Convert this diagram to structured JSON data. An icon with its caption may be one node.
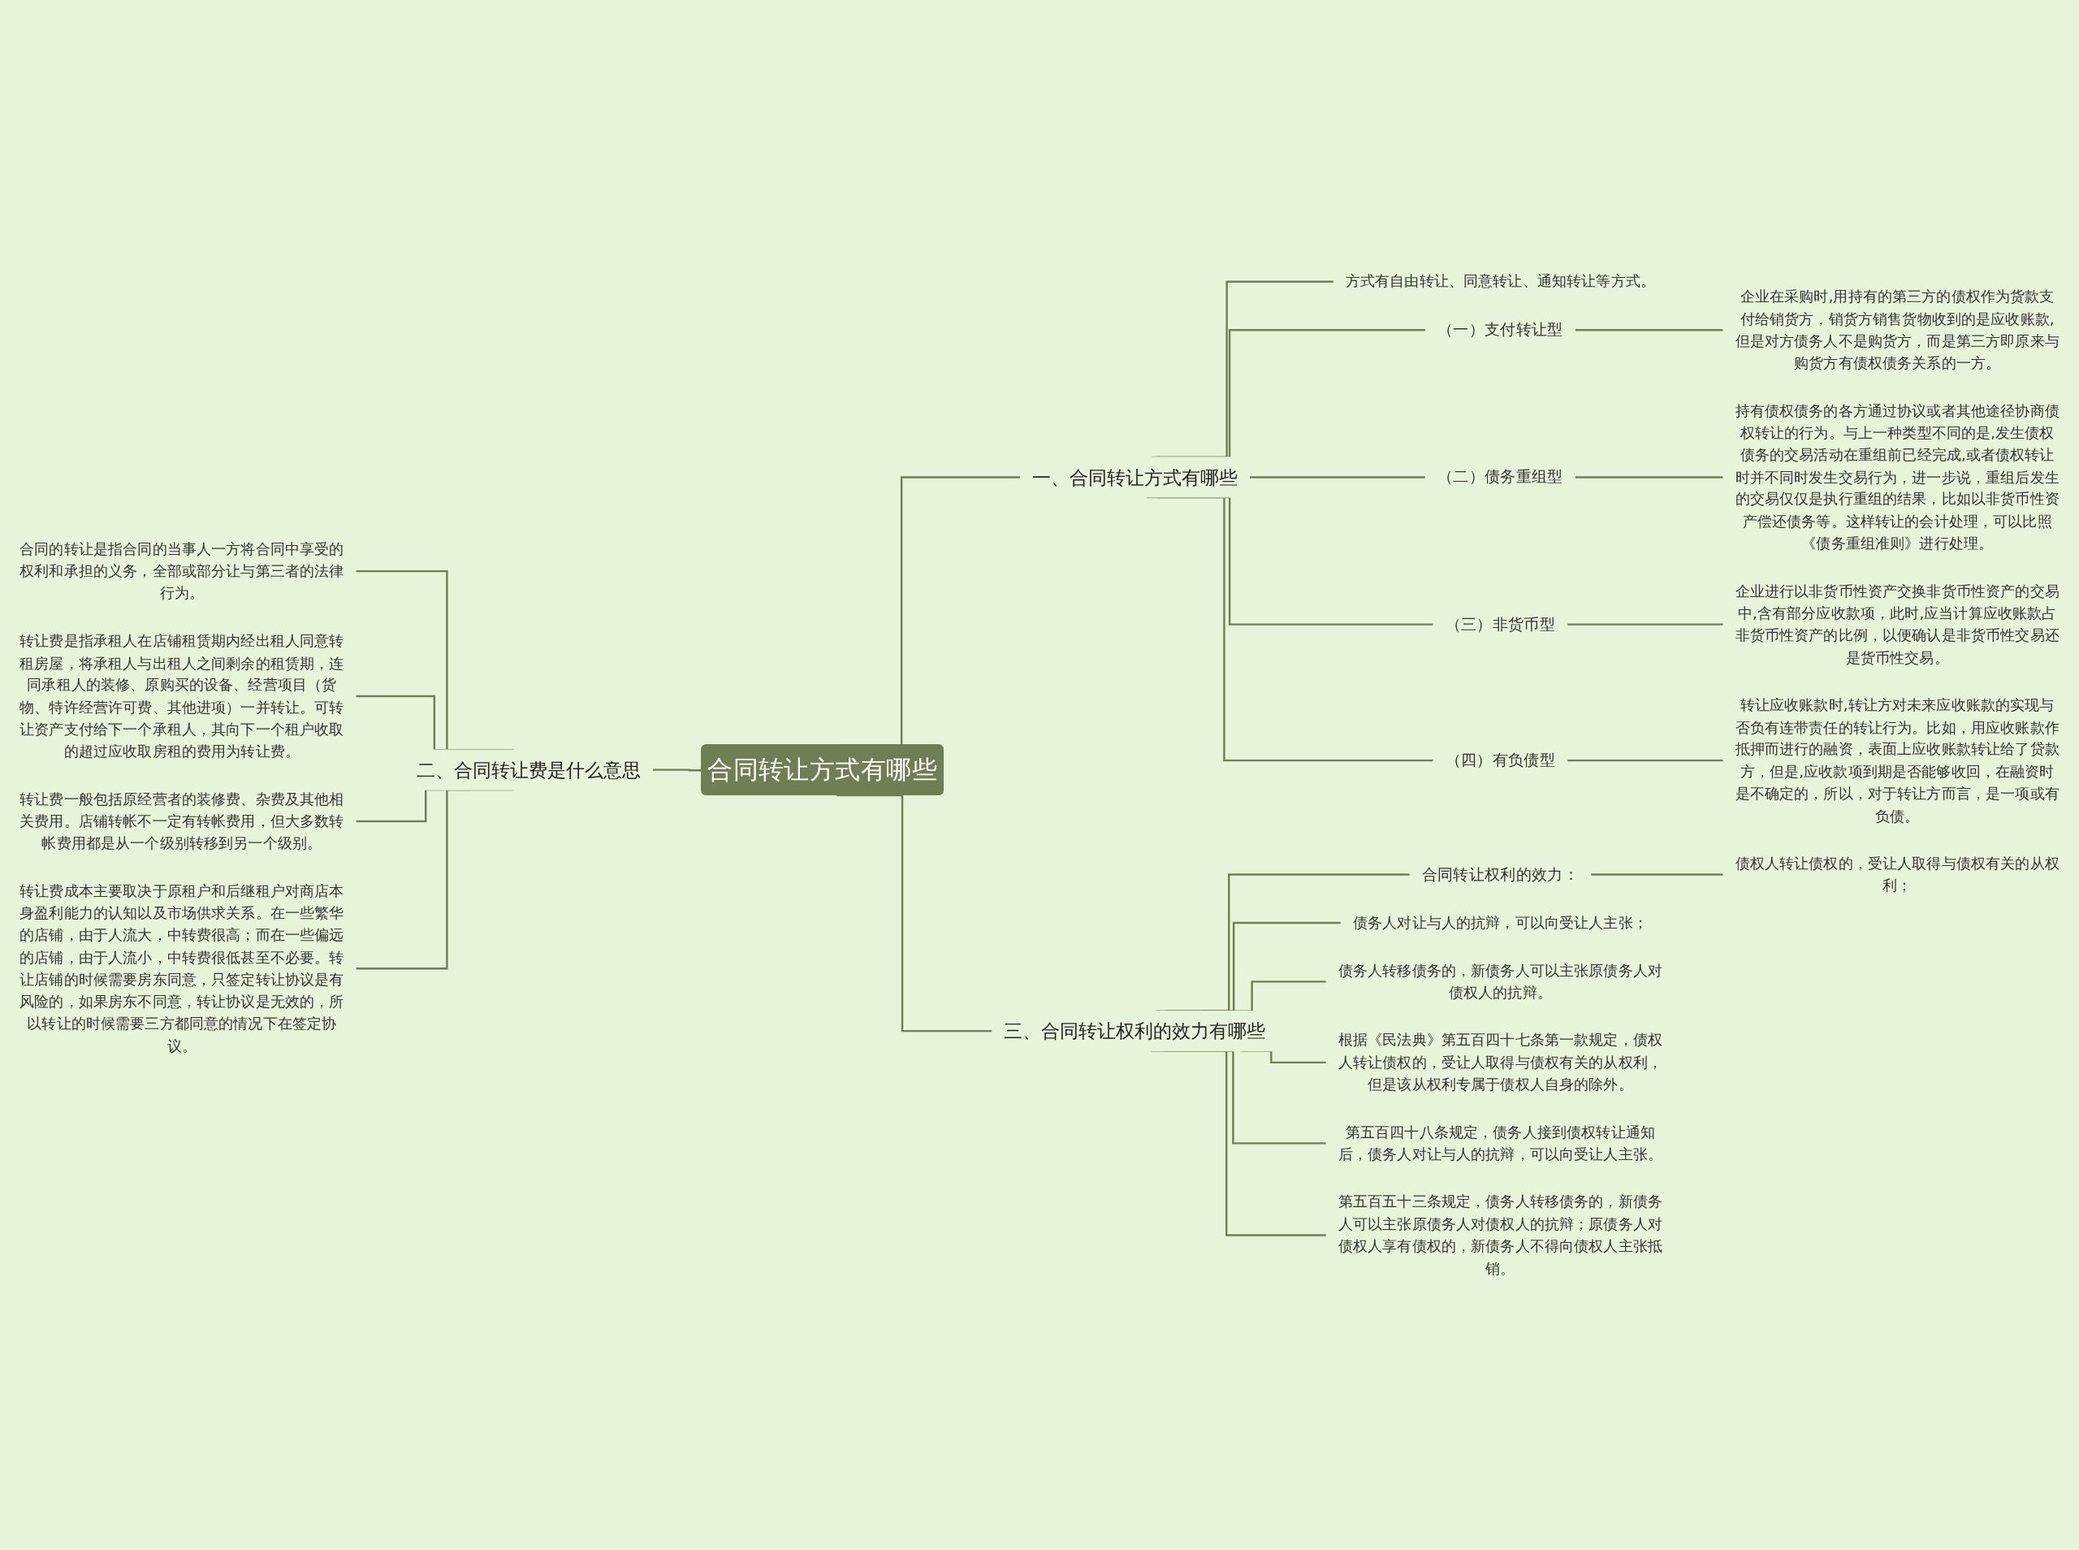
{
  "diagram": {
    "nodes": [
      {
        "text": [
          "合同转让方式有哪些"
        ]
      },
      {
        "text": [
          "一、合同转让方式有哪些"
        ]
      },
      {
        "text": [
          "方式有自由转让、同意转让、通知转让等方式。"
        ]
      },
      {
        "text": [
          "（一）支付转让型"
        ]
      },
      {
        "text": [
          "企业在采购时,用持有的第三方的债权作为货款支付给销货方，销货方销售货物收到的是应收账款,但是对方债务人不是购货方，而是第三方即原来与购货方有债权债务关系的一方。"
        ]
      },
      {
        "text": [
          "（二）债务重组型"
        ]
      },
      {
        "text": [
          "持有债权债务的各方通过协议或者其他途径协商债权转让的行为。与上一种类型不同的是,发生债权债务的交易活动在重组前已经完成,或者债权转让时并不同时发生交易行为，进一步说，重组后发生的交易仅仅是执行重组的结果，比如以非货币性资产偿还债务等。这样转让的会计处理，可以比照《债务重组准则》进行处理。"
        ]
      },
      {
        "text": [
          "（三）非货币型"
        ]
      },
      {
        "text": [
          "企业进行以非货币性资产交换非货币性资产的交易中,含有部分应收款项，此时,应当计算应收账款占非货币性资产的比例，以便确认是非货币性交易还是货币性交易。"
        ]
      },
      {
        "text": [
          "（四）有负债型"
        ]
      },
      {
        "text": [
          "转让应收账款时,转让方对未来应收账款的实现与否负有连带责任的转让行为。比如，用应收账款作抵押而进行的融资，表面上应收账款转让给了贷款方，但是,应收款项到期是否能够收回，在融资时是不确定的，所以，对于转让方而言，是一项或有负债。"
        ]
      },
      {
        "text": [
          "二、合同转让费是什么意思"
        ]
      },
      {
        "text": [
          "合同的转让是指合同的当事人一方将合同中享受的权利和承担的义务，全部或部分让与第三者的法律行为。"
        ]
      },
      {
        "text": [
          "转让费是指承租人在店铺租赁期内经出租人同意转租房屋，将承租人与出租人之间剩余的租赁期，连同承租人的装修、原购买的设备、经营项目（货物、特许经营许可费、其他进项）一并转让。可转让资产支付给下一个承租人，其向下一个租户收取的超过应收取房租的费用为转让费。"
        ]
      },
      {
        "text": [
          "转让费一般包括原经营者的装修费、杂费及其他相关费用。店铺转帐不一定有转帐费用，但大多数转帐费用都是从一个级别转移到另一个级别。"
        ]
      },
      {
        "text": [
          "转让费成本主要取决于原租户和后继租户对商店本身盈利能力的认知以及市场供求关系。在一些繁华的店铺，由于人流大，中转费很高；而在一些偏远的店铺，由于人流小，中转费很低甚至不必要。转让店铺的时候需要房东同意，只签定转让协议是有风险的，如果房东不同意，转让协议是无效的，所以转让的时候需要三方都同意的情况下在签定协议。"
        ]
      },
      {
        "text": [
          "三、合同转让权利的效力有哪些"
        ]
      },
      {
        "text": [
          "合同转让权利的效力："
        ]
      },
      {
        "text": [
          "债权人转让债权的，受让人取得与债权有关的从权利；"
        ]
      },
      {
        "text": [
          "债务人对让与人的抗辩，可以向受让人主张；"
        ]
      },
      {
        "text": [
          "债务人转移债务的，新债务人可以主张原债务人对债权人的抗辩。"
        ]
      },
      {
        "text": [
          "根据《民法典》第五百四十七条第一款规定，债权人转让债权的，受让人取得与债权有关的从权利，但是该从权利专属于债权人自身的除外。"
        ]
      },
      {
        "text": [
          "第五百四十八条规定，债务人接到债权转让通知后，债务人对让与人的抗辩，可以向受让人主张。"
        ]
      },
      {
        "text": [
          "第五百五十三条规定，债务人转移债务的，新债务人可以主张原债务人对债权人的抗辩；原债务人对债权人享有债权的，新债务人不得向债权人主张抵销。"
        ]
      }
    ],
    "edges": [
      {
        "from": 0,
        "to": 1,
        "arrow": "none"
      },
      {
        "from": 1,
        "to": 2,
        "arrow": "none"
      },
      {
        "from": 1,
        "to": 3,
        "arrow": "none"
      },
      {
        "from": 3,
        "to": 4,
        "arrow": "none"
      },
      {
        "from": 1,
        "to": 5,
        "arrow": "none"
      },
      {
        "from": 5,
        "to": 6,
        "arrow": "none"
      },
      {
        "from": 1,
        "to": 7,
        "arrow": "none"
      },
      {
        "from": 7,
        "to": 8,
        "arrow": "none"
      },
      {
        "from": 1,
        "to": 9,
        "arrow": "none"
      },
      {
        "from": 9,
        "to": 10,
        "arrow": "none"
      },
      {
        "from": 0,
        "to": 11,
        "arrow": "none"
      },
      {
        "from": 11,
        "to": 12,
        "arrow": "none"
      },
      {
        "from": 11,
        "to": 13,
        "arrow": "none"
      },
      {
        "from": 11,
        "to": 14,
        "arrow": "none"
      },
      {
        "from": 11,
        "to": 15,
        "arrow": "none"
      },
      {
        "from": 0,
        "to": 16,
        "arrow": "none"
      },
      {
        "from": 16,
        "to": 17,
        "arrow": "none"
      },
      {
        "from": 17,
        "to": 18,
        "arrow": "none"
      },
      {
        "from": 16,
        "to": 19,
        "arrow": "none"
      },
      {
        "from": 16,
        "to": 20,
        "arrow": "none"
      },
      {
        "from": 16,
        "to": 21,
        "arrow": "none"
      },
      {
        "from": 16,
        "to": 22,
        "arrow": "none"
      },
      {
        "from": 16,
        "to": 23,
        "arrow": "none"
      }
    ]
  }
}
